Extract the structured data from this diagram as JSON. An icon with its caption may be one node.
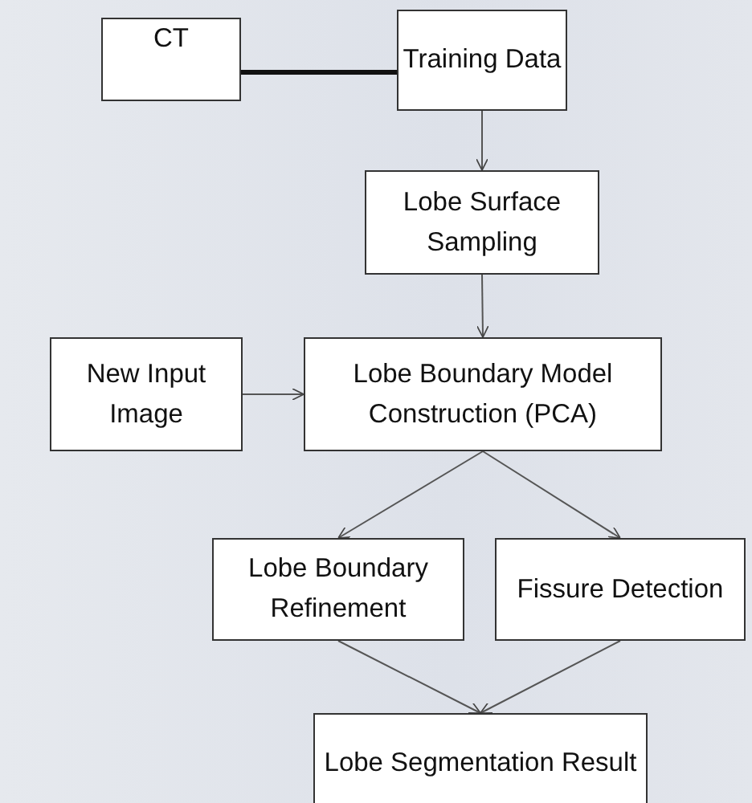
{
  "diagram": {
    "nodes": [
      {
        "text": [
          "CT"
        ]
      },
      {
        "text": [
          "Training Data"
        ]
      },
      {
        "text": [
          "Lobe Surface Sampling"
        ]
      },
      {
        "text": [
          "New Input Image"
        ]
      },
      {
        "text": [
          "Lobe Boundary Model Construction (PCA)"
        ]
      },
      {
        "text": [
          "Lobe Boundary Refinement"
        ]
      },
      {
        "text": [
          "Fissure Detection"
        ]
      },
      {
        "text": [
          "Lobe Segmentation Result"
        ]
      }
    ],
    "edges": [
      {
        "from": 0,
        "to": 1,
        "arrow": "none",
        "style": "thick"
      },
      {
        "from": 1,
        "to": 2,
        "arrow": "to"
      },
      {
        "from": 2,
        "to": 4,
        "arrow": "to"
      },
      {
        "from": 3,
        "to": 4,
        "arrow": "to"
      },
      {
        "from": 4,
        "to": 5,
        "arrow": "to"
      },
      {
        "from": 4,
        "to": 6,
        "arrow": "to"
      },
      {
        "from": 5,
        "to": 7,
        "arrow": "to"
      },
      {
        "from": 6,
        "to": 7,
        "arrow": "to"
      }
    ]
  }
}
